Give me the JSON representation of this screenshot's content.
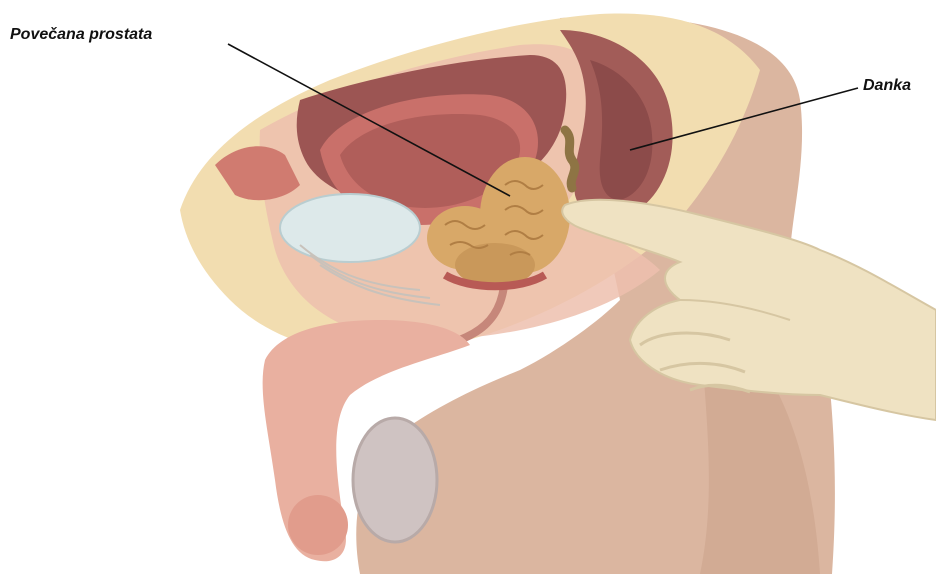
{
  "labels": {
    "prostata": "Povečana prostata",
    "danka": "Danka"
  },
  "colors": {
    "skin": "#d9b49c",
    "skin_shadow": "#b8907a",
    "fat": "#f2ddb0",
    "tissue_pink": "#e8a79a",
    "rectum_dark": "#a25c58",
    "rectum_inner": "#8c4b4a",
    "prostate": "#d8a868",
    "prostate_detail": "#b07e44",
    "bladder": "#dde9ea",
    "testis": "#cfc3c2",
    "glove": "#efe2c2",
    "glove_shadow": "#d6c6a2",
    "leader_line": "#111111"
  },
  "icons": {
    "enlarged_prostate": "prostate-illustration",
    "rectum": "rectum-illustration",
    "gloved_hand": "gloved-finger-exam-illustration"
  }
}
